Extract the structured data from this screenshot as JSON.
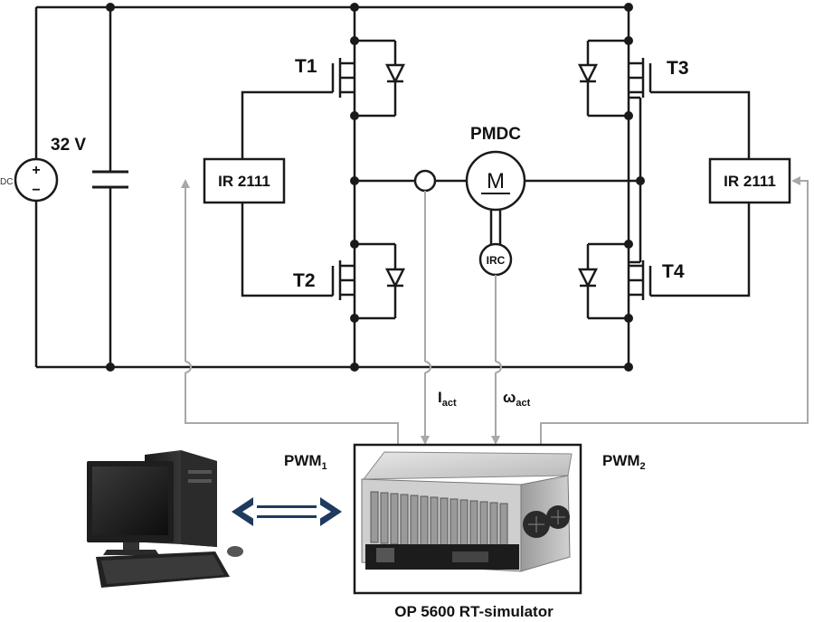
{
  "source": {
    "dc_label": "DC",
    "voltage": "32 V"
  },
  "transistors": {
    "t1": "T1",
    "t2": "T2",
    "t3": "T3",
    "t4": "T4"
  },
  "drivers": {
    "left": "IR 2111",
    "right": "IR 2111"
  },
  "motor": {
    "name": "PMDC",
    "symbol": "M",
    "encoder": "IRC"
  },
  "signals": {
    "current": {
      "base": "I",
      "sub": "act"
    },
    "speed": {
      "base": "ω",
      "sub": "act"
    },
    "pwm1": {
      "base": "PWM",
      "sub": "1"
    },
    "pwm2": {
      "base": "PWM",
      "sub": "2"
    }
  },
  "simulator": {
    "label": "OP 5600 RT-simulator"
  },
  "colors": {
    "wire": "#1a1a1a",
    "signal": "#a8a8a8",
    "arrow": "#1f3a5f"
  }
}
